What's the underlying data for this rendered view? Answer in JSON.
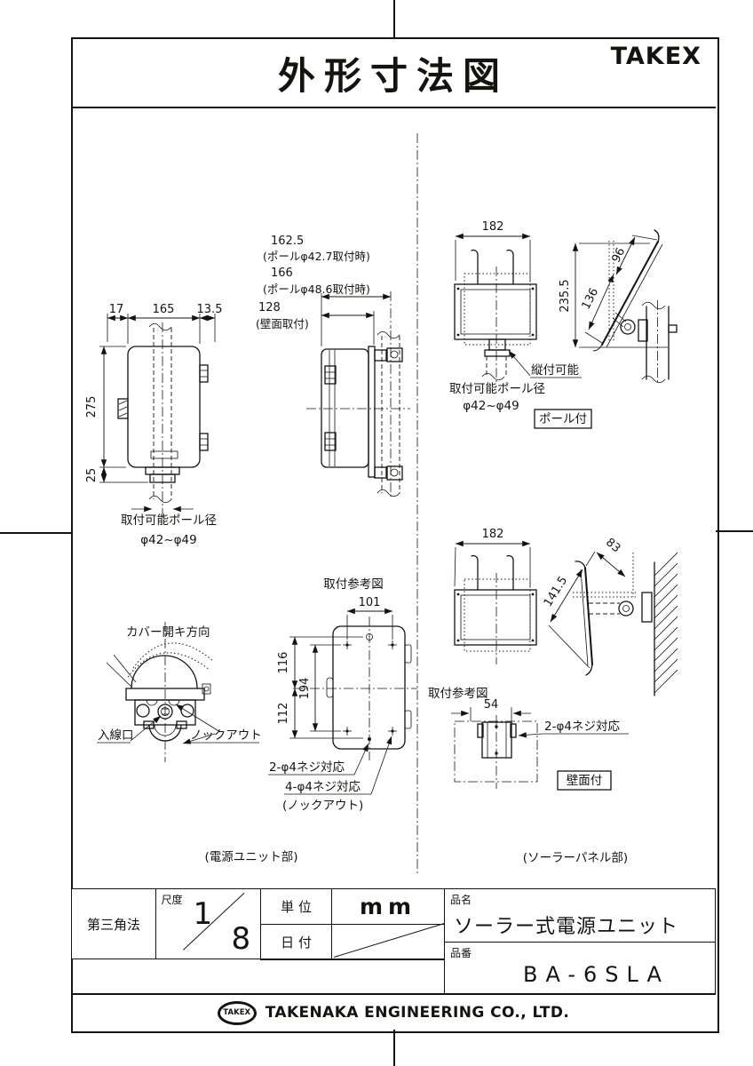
{
  "meta": {
    "title": "外形寸法図",
    "brand": "TAKEX"
  },
  "d": {
    "pu_front": {
      "d17": "17",
      "d165": "165",
      "d135": "13.5",
      "d275": "275",
      "d25": "25",
      "pole1": "取付可能ポール径",
      "pole2": "φ42~φ49"
    },
    "pu_side": {
      "d1625": "162.5",
      "n1": "(ポールφ42.7取付時)",
      "d166": "166",
      "n2": "(ポールφ48.6取付時)",
      "d128": "128",
      "n3": "(壁面取付)"
    },
    "pu_bottom": {
      "cover": "カバー開キ方向",
      "inlet": "入線口",
      "knock": "ノックアウト"
    },
    "pu_ref": {
      "title": "取付参考図",
      "d101": "101",
      "d116": "116",
      "d194": "194",
      "d112": "112",
      "s2": "2-φ4ネジ対応",
      "s4": "4-φ4ネジ対応",
      "s4n": "(ノックアウト)"
    },
    "pu_caption": "(電源ユニット部)",
    "sp_pole": {
      "d182": "182",
      "d2355": "235.5",
      "d136": "136",
      "d96": "96",
      "tate": "縦付可能",
      "pole1": "取付可能ポール径",
      "pole2": "φ42~φ49",
      "badge": "ポール付"
    },
    "sp_wall": {
      "d182": "182",
      "d1415": "141.5",
      "d83": "83"
    },
    "sp_ref": {
      "title": "取付参考図",
      "d54": "54",
      "s2": "2-φ4ネジ対応",
      "badge": "壁面付"
    },
    "sp_caption": "(ソーラーパネル部)"
  },
  "title_block": {
    "projection": "第三角法",
    "scale_label": "尺度",
    "scale_num": "1",
    "scale_den": "8",
    "unit_label": "単 位",
    "unit_value": "mm",
    "date_label": "日 付",
    "name_label": "品名",
    "name_value": "ソーラー式電源ユニット",
    "number_label": "品番",
    "number_value": "BA-6SLA"
  },
  "footer": {
    "logo": "TAKEX",
    "company": "TAKENAKA ENGINEERING CO., LTD."
  }
}
